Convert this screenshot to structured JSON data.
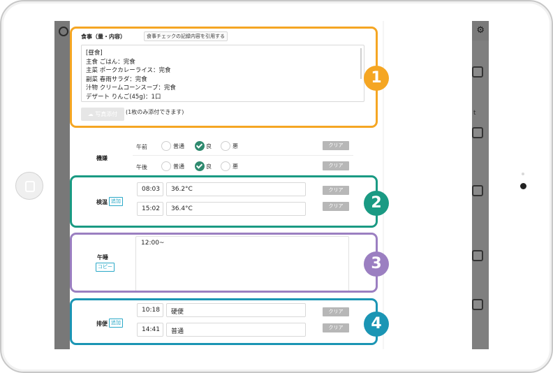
{
  "colors": {
    "callout_1": "#f5a623",
    "callout_2": "#1a9a83",
    "callout_3": "#9b7fc1",
    "callout_4": "#1b95b4",
    "check_green": "#2f8a6f",
    "tag_blue": "#29a8c7",
    "clear_gray": "#b7b7b7"
  },
  "icons": {
    "menu": "menu-icon",
    "settings": "gear-icon",
    "photo": "cloud-upload-icon"
  },
  "meal": {
    "label": "食事（量・内容）",
    "quote_button": "食事チェックの記録内容を引用する",
    "lines": [
      "[昼食]",
      "主食 ごはん：完食",
      "主菜 ポークカレーライス：完食",
      "副菜 春雨サラダ：完食",
      "汁物 クリームコーンスープ：完食",
      "デザート りんご(45g)：1口"
    ],
    "photo_button": "写真添付",
    "photo_note": "(1枚のみ添付できます)"
  },
  "mood": {
    "label": "機嫌",
    "options": [
      "普通",
      "良",
      "悪"
    ],
    "rows": [
      {
        "period": "午前",
        "selected": "良",
        "clear": "クリア"
      },
      {
        "period": "午後",
        "selected": "良",
        "clear": "クリア"
      }
    ]
  },
  "temperature": {
    "label": "検温",
    "add": "追加",
    "rows": [
      {
        "time": "08:03",
        "value": "36.2°C",
        "clear": "クリア"
      },
      {
        "time": "15:02",
        "value": "36.4°C",
        "clear": "クリア"
      }
    ]
  },
  "nap": {
    "label": "午睡",
    "copy": "コピー",
    "value": "12:00~"
  },
  "bowel": {
    "label": "排便",
    "add": "追加",
    "rows": [
      {
        "time": "10:18",
        "value": "硬便",
        "clear": "クリア"
      },
      {
        "time": "14:41",
        "value": "普通",
        "clear": "クリア"
      }
    ]
  },
  "callouts": [
    "1",
    "2",
    "3",
    "4"
  ]
}
